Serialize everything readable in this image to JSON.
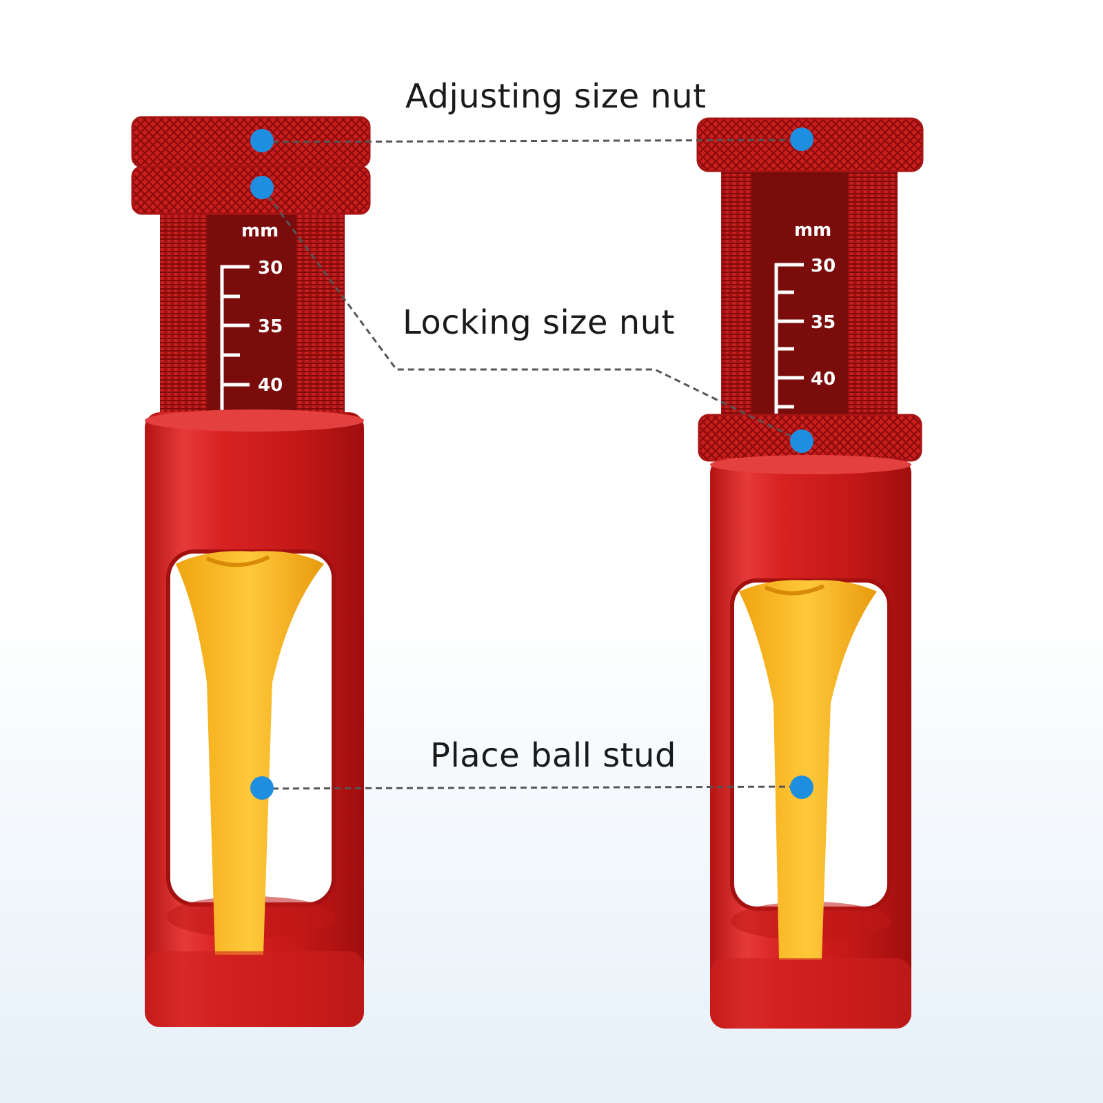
{
  "callouts": {
    "adjusting_nut": "Adjusting size nut",
    "locking_nut": "Locking size nut",
    "ball_stud": "Place ball stud"
  },
  "scale": {
    "unit": "mm",
    "ticks": [
      "30",
      "35",
      "40"
    ]
  },
  "colors": {
    "body_red": "#d42222",
    "dark_red": "#7a0c0c",
    "tee_yellow": "#f5b516",
    "marker_blue": "#1e8fe0",
    "leader_gray": "#555555"
  }
}
